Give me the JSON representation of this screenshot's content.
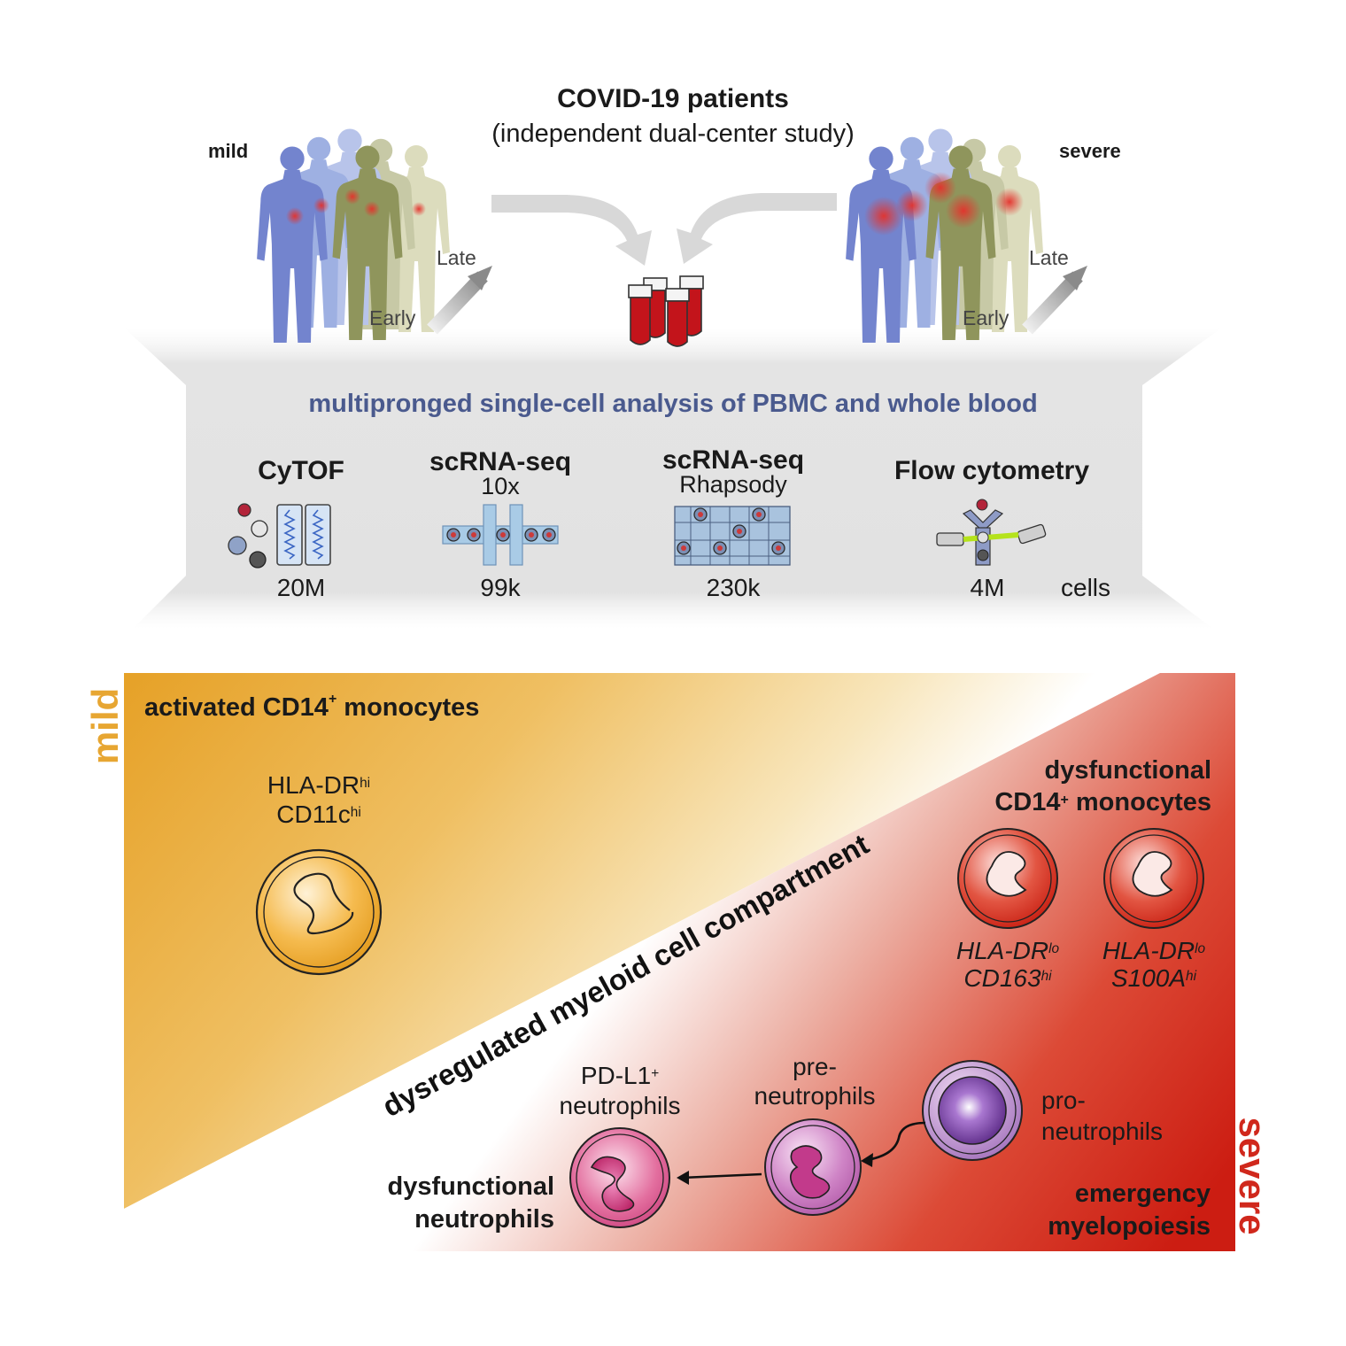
{
  "header": {
    "title": "COVID-19 patients",
    "subtitle": "(independent dual-center study)",
    "left_group": "mild",
    "right_group": "severe",
    "timeline_early": "Early",
    "timeline_late": "Late"
  },
  "analysis": {
    "heading": "multipronged single-cell analysis of PBMC and whole blood",
    "methods": [
      {
        "name": "CyTOF",
        "sub": "",
        "count": "20M",
        "icon": "cytof-icon"
      },
      {
        "name": "scRNA-seq",
        "sub": "10x",
        "count": "99k",
        "icon": "microfluidic-channel-icon"
      },
      {
        "name": "scRNA-seq",
        "sub": "Rhapsody",
        "count": "230k",
        "icon": "microwell-array-icon"
      },
      {
        "name": "Flow cytometry",
        "sub": "",
        "count": "4M",
        "icon": "flow-cell-laser-icon"
      }
    ],
    "unit": "cells"
  },
  "findings": {
    "axis_mild": "mild",
    "axis_severe": "severe",
    "diagonal_label": "dysregulated myeloid cell compartment",
    "activated": {
      "prefix": "activated CD14",
      "sup": "+",
      "suffix": " monocytes"
    },
    "activated_markers": [
      {
        "base": "HLA-DR",
        "sup": "hi"
      },
      {
        "base": "CD11c",
        "sup": "hi"
      }
    ],
    "dysfunctional_monocytes": {
      "line1": "dysfunctional",
      "prefix": "CD14",
      "sup": "+",
      "suffix": " monocytes"
    },
    "mono_a_markers": [
      {
        "base": "HLA-DR",
        "sup": "lo"
      },
      {
        "base": "CD163",
        "sup": "hi"
      }
    ],
    "mono_b_markers": [
      {
        "base": "HLA-DR",
        "sup": "lo"
      },
      {
        "base": "S100A",
        "sup": "hi"
      }
    ],
    "pdl1": {
      "base": "PD-L1",
      "sup": "+",
      "line2": "neutrophils"
    },
    "pre_neutrophils": {
      "line1": "pre-",
      "line2": "neutrophils"
    },
    "pro_neutrophils": {
      "line1": "pro-",
      "line2": "neutrophils"
    },
    "dysfunctional_neutrophils": {
      "line1": "dysfunctional",
      "line2": "neutrophils"
    },
    "emergency": {
      "line1": "emergency",
      "line2": "myelopoiesis"
    }
  },
  "colors": {
    "mild_orange": "#e7a632",
    "severe_red": "#d0281c",
    "heading_blue": "#4a5a8e",
    "figure_blue": "#6c7fc7",
    "figure_olive": "#9aa06a",
    "blood_red": "#c3141b",
    "panel_gray": "#e1e1e1"
  }
}
